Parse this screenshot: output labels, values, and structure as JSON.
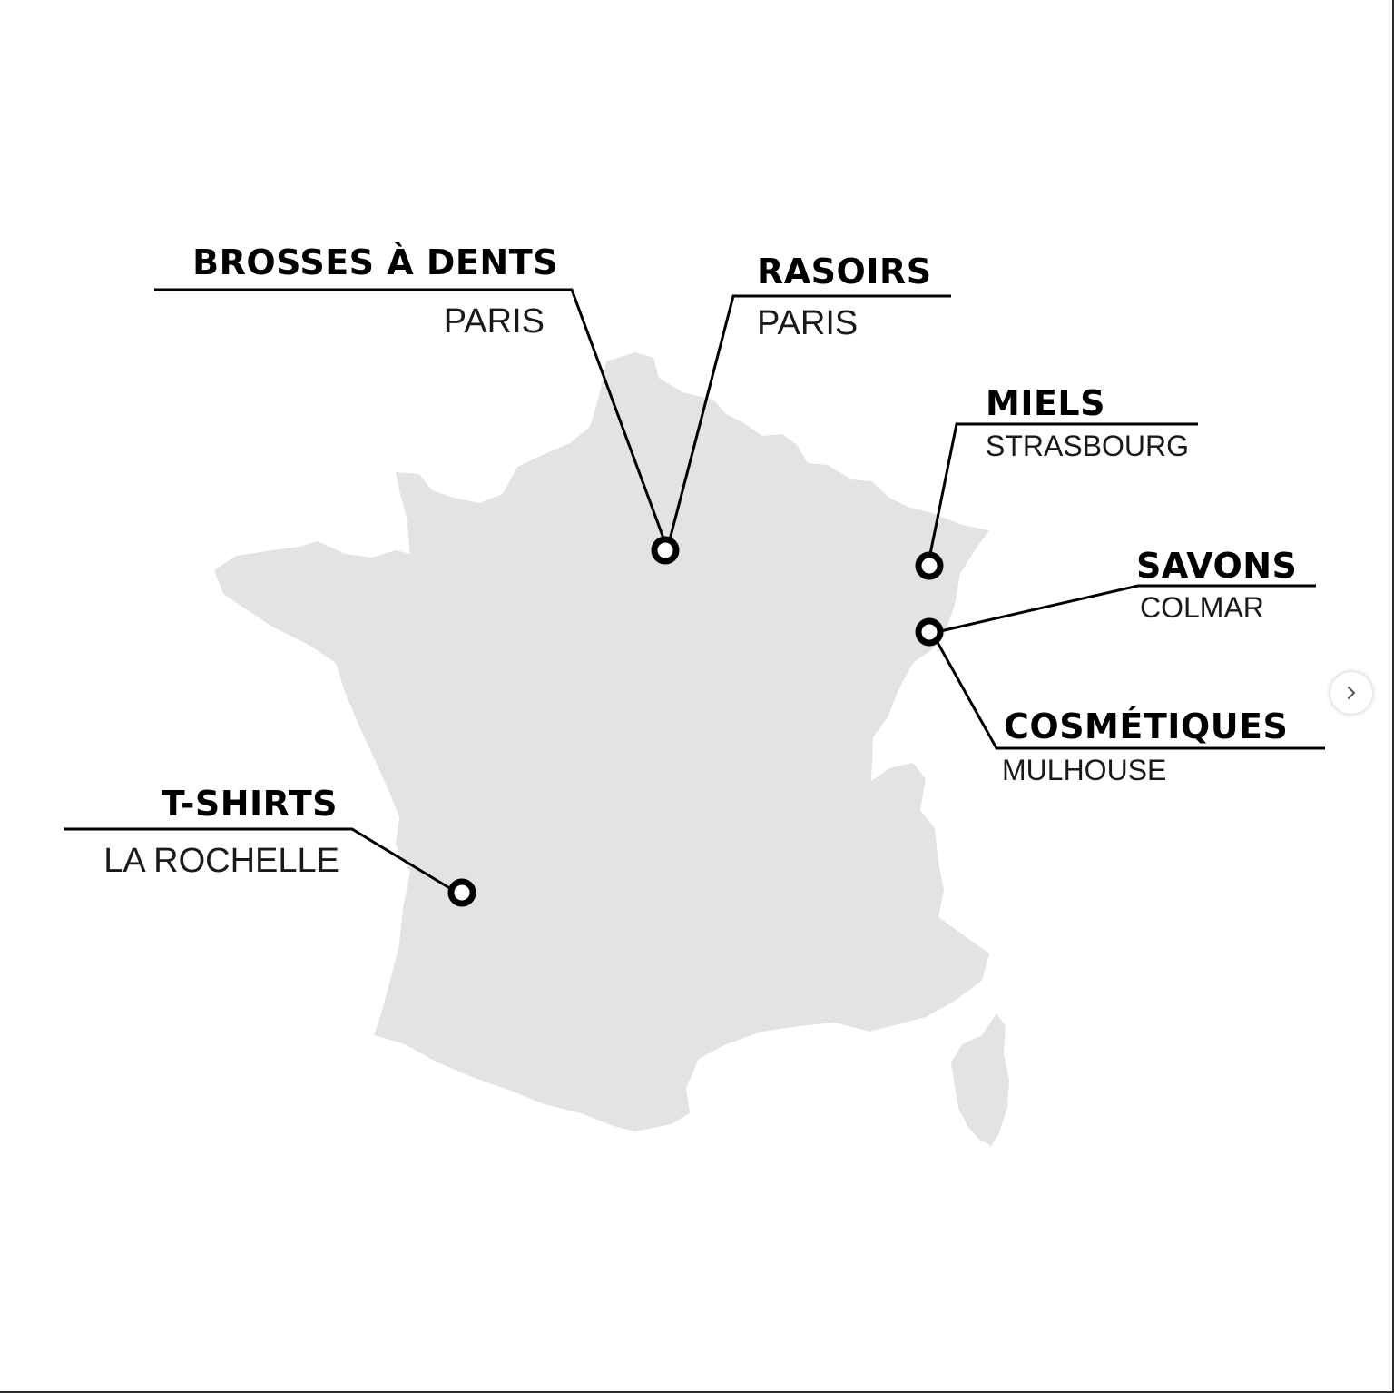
{
  "map": {
    "region": "France",
    "land_color": "#e3e3e3",
    "line_color": "#000000",
    "marker_fill": "#ffffff"
  },
  "labels": {
    "brosses": {
      "product": "BROSSES À DENTS",
      "city": "PARIS"
    },
    "rasoirs": {
      "product": "RASOIRS",
      "city": "PARIS"
    },
    "miels": {
      "product": "MIELS",
      "city": "STRASBOURG"
    },
    "savons": {
      "product": "SAVONS",
      "city": "COLMAR"
    },
    "cosmetiques": {
      "product": "COSMÉTIQUES",
      "city": "MULHOUSE"
    },
    "tshirts": {
      "product": "T-SHIRTS",
      "city": "LA ROCHELLE"
    }
  },
  "controls": {
    "next_icon": "chevron-right-icon"
  }
}
